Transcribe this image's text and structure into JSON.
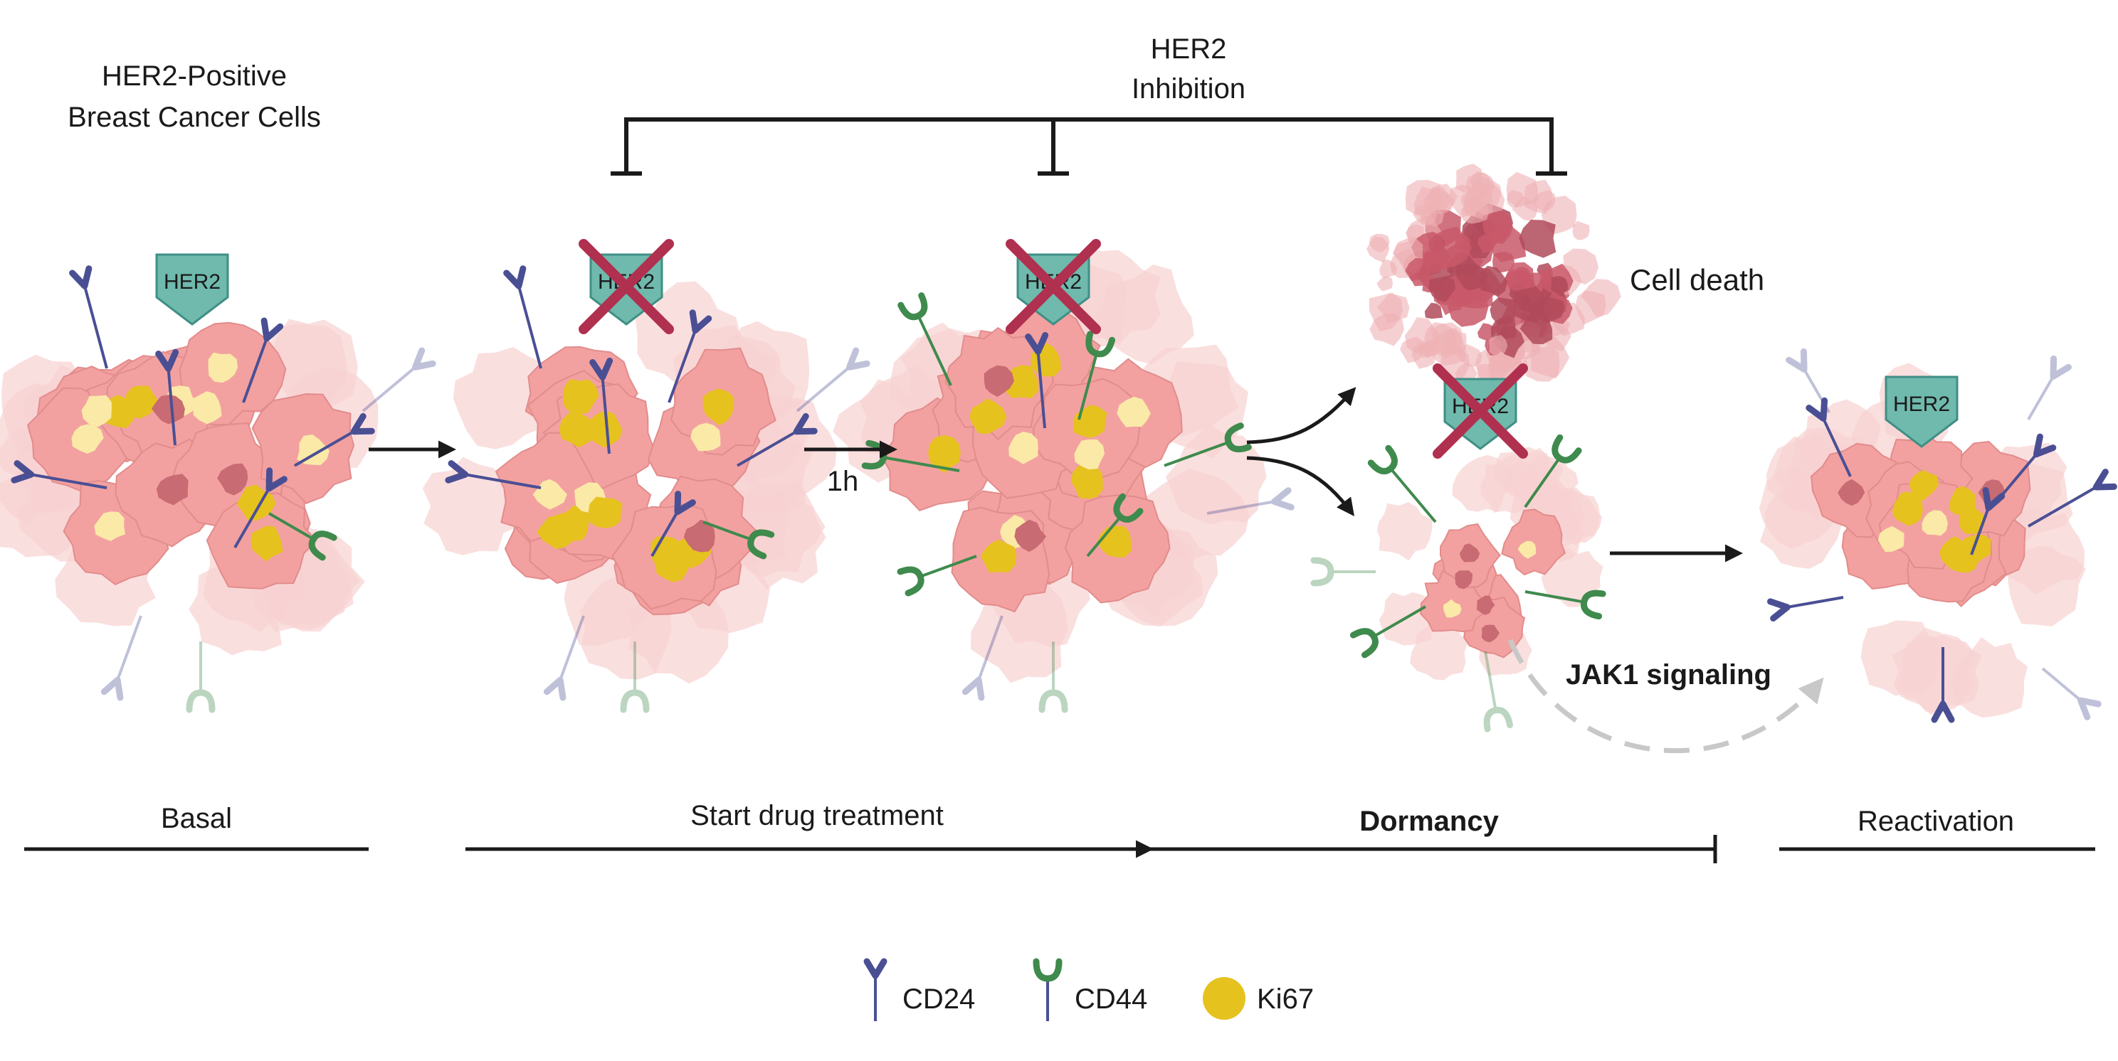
{
  "title": {
    "line1": "HER2-Positive",
    "line2": "Breast Cancer Cells"
  },
  "inhibition": {
    "line1": "HER2",
    "line2": "Inhibition"
  },
  "her2_label": "HER2",
  "cell_death": "Cell death",
  "time_label": "1h",
  "jak1": "JAK1 signaling",
  "stages": {
    "basal": "Basal",
    "start": "Start drug treatment",
    "dormancy": "Dormancy",
    "reactivation": "Reactivation"
  },
  "legend": {
    "cd24": "CD24",
    "cd44": "CD44",
    "ki67": "Ki67"
  },
  "colors": {
    "cd24": "#4a4f94",
    "cd44": "#3f8a4d",
    "ki67": "#e6c21f",
    "her2": "#6fb9ad",
    "cross": "#b0304f",
    "cell": "#f2a1a0",
    "death": "#c9596a"
  }
}
